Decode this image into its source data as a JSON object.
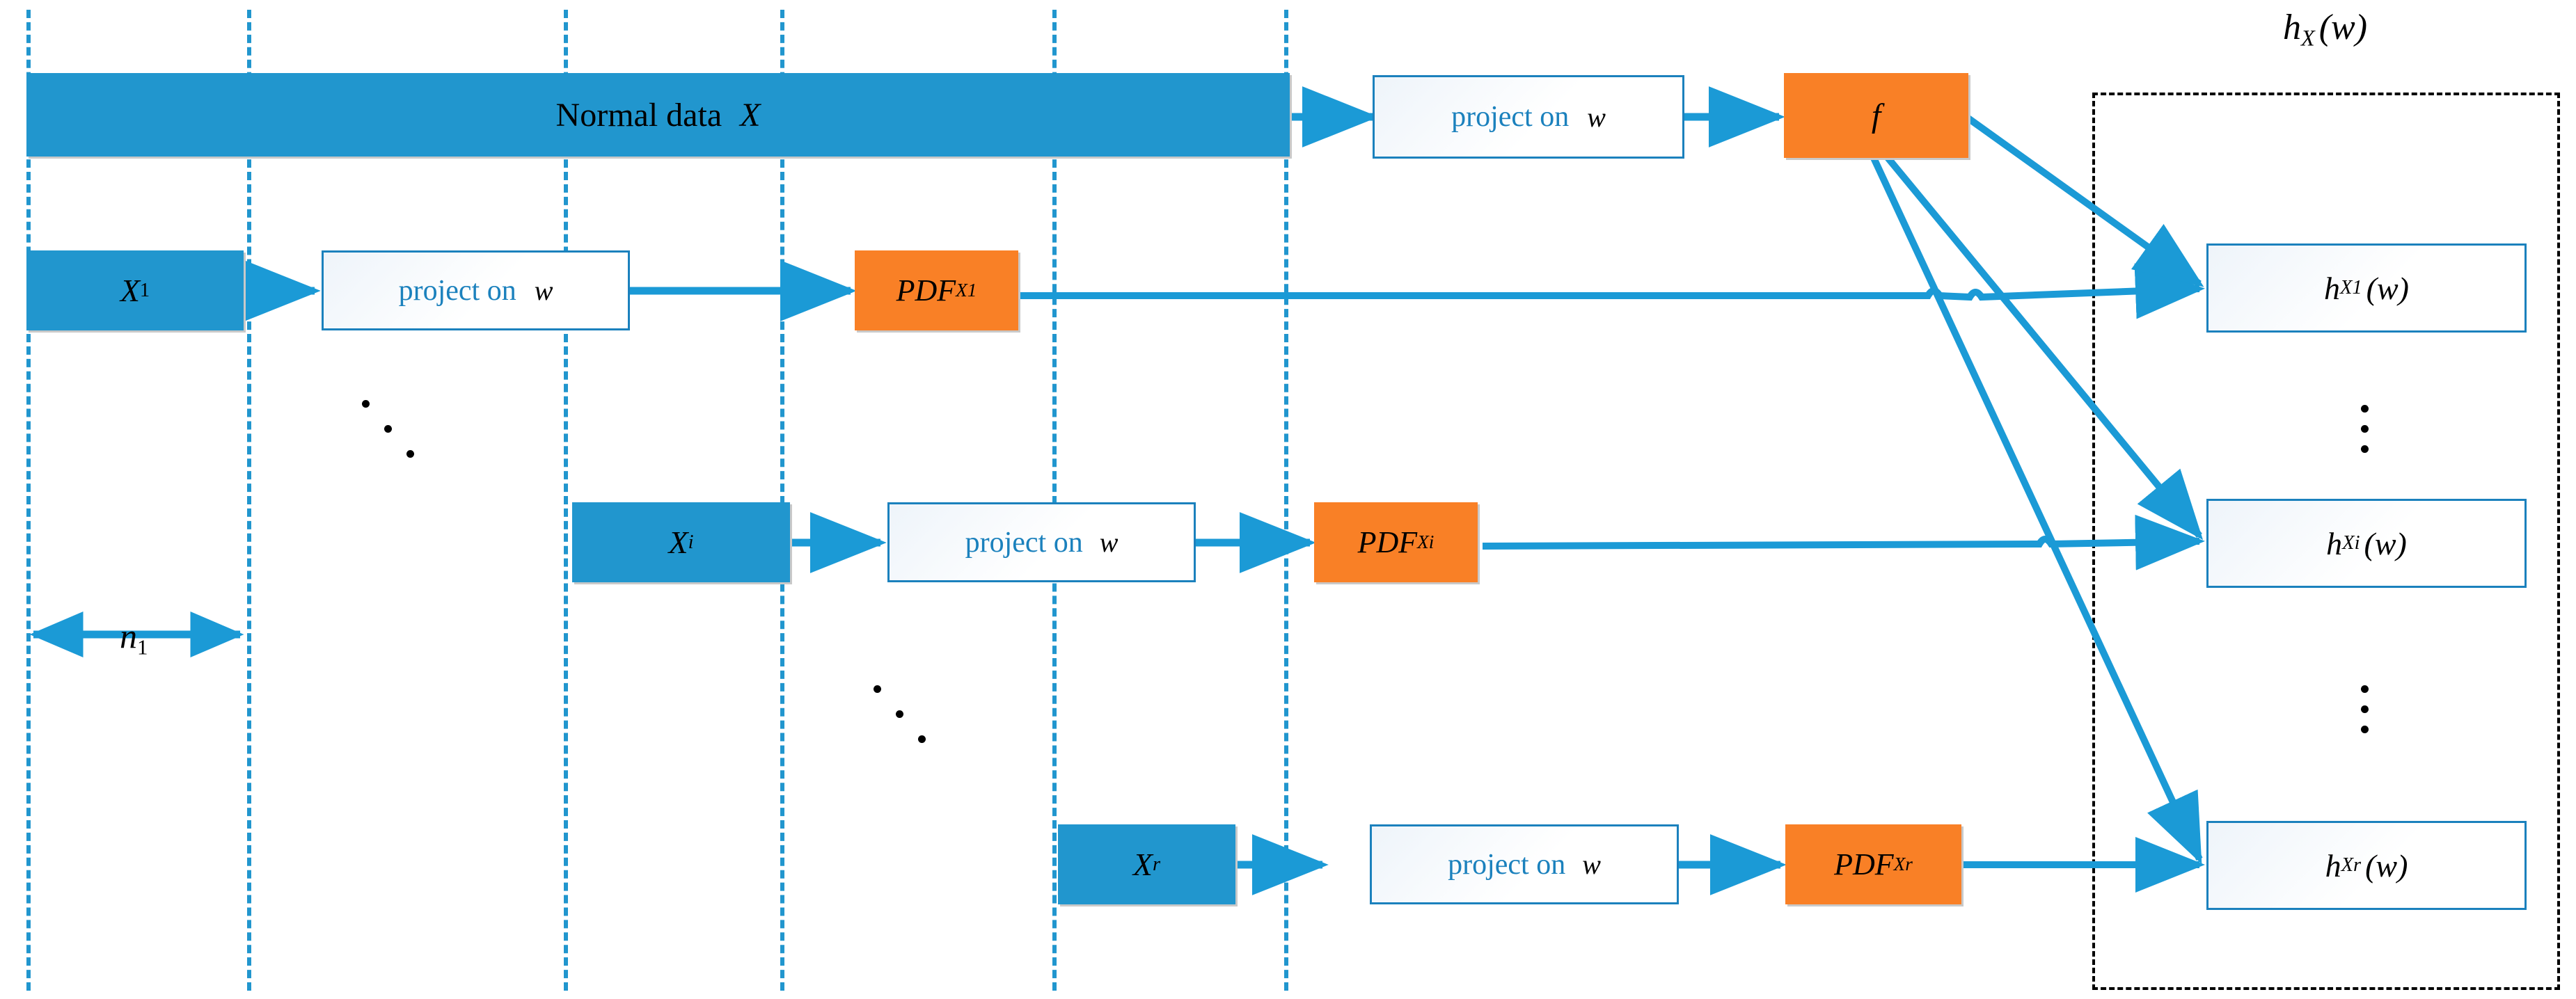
{
  "diagram": {
    "title_label": "h",
    "colors": {
      "blue_block": "#2196ce",
      "orange_block": "#f98026",
      "arrow_blue": "#1b9ad6",
      "box_border": "#1b81bd",
      "dashed_region": "#000000",
      "text_blue": "#1b81bd"
    },
    "top_row": {
      "data_block": {
        "label_text": "Normal data",
        "label_var": "X"
      },
      "project_box": {
        "text": "project on",
        "var": "w"
      },
      "f_box": {
        "var": "f"
      }
    },
    "region_label": {
      "base": "h",
      "sub": "X",
      "arg": "(w)"
    },
    "rows": [
      {
        "id": "row-1",
        "data_block_var": "X",
        "data_block_sub": "1",
        "project_text": "project on",
        "project_var": "w",
        "pdf_text": "PDF",
        "pdf_sub": "X1",
        "out_base": "h",
        "out_sub": "X1",
        "out_arg": "(w)"
      },
      {
        "id": "row-i",
        "data_block_var": "X",
        "data_block_sub": "i",
        "project_text": "project on",
        "project_var": "w",
        "pdf_text": "PDF",
        "pdf_sub": "Xi",
        "out_base": "h",
        "out_sub": "Xi",
        "out_arg": "(w)"
      },
      {
        "id": "row-r",
        "data_block_var": "X",
        "data_block_sub": "r",
        "project_text": "project on",
        "project_var": "w",
        "pdf_text": "PDF",
        "pdf_sub": "Xr",
        "out_base": "h",
        "out_sub": "Xr",
        "out_arg": "(w)"
      }
    ],
    "measure": {
      "base": "n",
      "sub": "1"
    }
  }
}
